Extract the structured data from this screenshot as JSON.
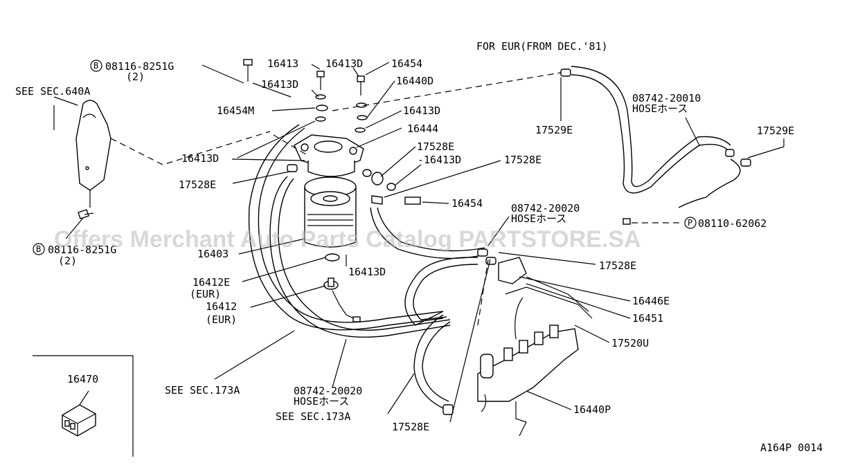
{
  "header": {
    "note": "FOR EUR(FROM DEC.'81)"
  },
  "watermark": "Offers Merchant Auto Parts Catalog PARTSTORE.SA",
  "footer": {
    "code": "A164P 0014"
  },
  "labels": {
    "bolt_top": "08116-8251G",
    "bolt_top_qty": "(2)",
    "see_640a": "SEE SEC.640A",
    "p16413_a": "16413",
    "p16413d_a": "16413D",
    "p16454_a": "16454",
    "p16413d_b": "16413D",
    "p16440d": "16440D",
    "p16454m": "16454M",
    "p16413d_c": "16413D",
    "p16444": "16444",
    "p16413d_d": "16413D",
    "p17528e_a": "17528E",
    "p16413d_e": "-16413D",
    "p17528e_b": "17528E",
    "p17528e_c": "17528E",
    "p17529e_a": "17529E",
    "hose_top_num": "08742-20010",
    "hose_top_txt": "HOSEホース",
    "p17529e_b": "17529E",
    "p16454_b": "16454",
    "hose_mid_num": "08742-20020",
    "hose_mid_txt": "HOSEホース",
    "bolt_right": "08110-62062",
    "bolt_left": "08116-8251G",
    "bolt_left_qty": "(2)",
    "p16403": "16403",
    "p16413d_f": "16413D",
    "p17528e_d": "17528E",
    "p16412e": "16412E",
    "eur_a": "(EUR)",
    "p16412": "16412",
    "eur_b": "(EUR)",
    "p16446e": "16446E",
    "p16451": "16451",
    "p17520u": "17520U",
    "p16470": "16470",
    "see_173a_a": "SEE SEC.173A",
    "hose_low_num": "08742-20020",
    "hose_low_txt": "HOSEホース",
    "see_173a_b": "SEE SEC.173A",
    "p17528e_e": "17528E",
    "p16440p": "16440P"
  }
}
